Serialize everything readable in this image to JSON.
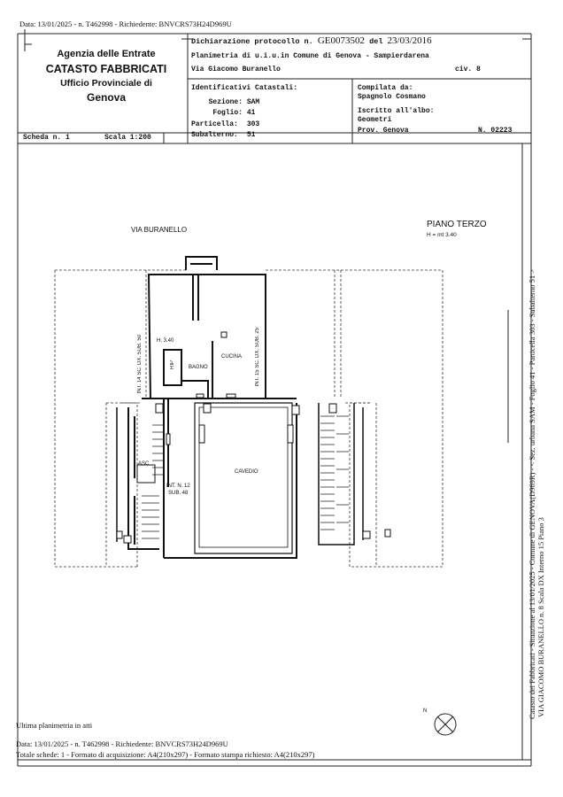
{
  "top_line": "Data: 13/01/2025 - n. T462998 - Richiedente: BNVCRS73H24D969U",
  "office": {
    "agency": "Agenzia delle Entrate",
    "catasto": "CATASTO FABBRICATI",
    "ufficio": "Ufficio Provinciale di",
    "city": "Genova"
  },
  "declaration": {
    "prefix": "Dichiarazione protocollo n.",
    "protocol": "GE0073502",
    "del": "del",
    "date": "23/03/2016",
    "planimetria": "Planimetria di u.i.u.in Comune di Genova - Sampierdarena",
    "address": "Via Giacomo Buranello",
    "civ": "civ. 8"
  },
  "identificativi": {
    "title": "Identificativi Catastali:",
    "sezione_label": "Sezione:",
    "sezione": "SAM",
    "foglio_label": "Foglio:",
    "foglio": "41",
    "particella_label": "Particella:",
    "particella": "303",
    "subalterno_label": "Subalterno:",
    "subalterno": "51"
  },
  "compilata": {
    "title": "Compilata da:",
    "name": "Spagnolo Cosmano",
    "iscritto_label": "Iscritto all'albo:",
    "albo": "Geometri",
    "prov_label": "Prov. Genova",
    "n_label": "N. 02223"
  },
  "scheda": {
    "label": "Scheda n. 1",
    "scala": "Scala 1:200"
  },
  "plan": {
    "street": "VIA BURANELLO",
    "floor": "PIANO TERZO",
    "height": "H = mt 3.40",
    "h340": "H. 3.40",
    "bagno": "BAGNO",
    "cucina": "CUCINA",
    "rip": "RIP",
    "asc": "ASC",
    "cavedio": "CAVEDIO",
    "int12": "INT. N. 12",
    "sub48": "SUB. 48",
    "int14": "INT. 14 SC. DX. SUB. 50",
    "int15": "INT. 15 SC. DX. SUB. 25",
    "north": "N"
  },
  "side_text": {
    "line1": "Catasto dei Fabbricati - Situazione al 13/01/2025 - Comune di GENOVA(D969R) - < Sez. urbana SAM - Foglio 41 - Particella 303 - Subalterno 51 >",
    "line2": "VIA GIACOMO BURANELLO n. 8  Scala DX Interno 15 Piano 3"
  },
  "footer": {
    "ultima": "Ultima planimetria in atti",
    "data_line": "Data: 13/01/2025 - n. T462998 - Richiedente: BNVCRS73H24D969U",
    "totale": "Totale schede: 1 - Formato di acquisizione: A4(210x297) - Formato stampa richiesto: A4(210x297)"
  }
}
